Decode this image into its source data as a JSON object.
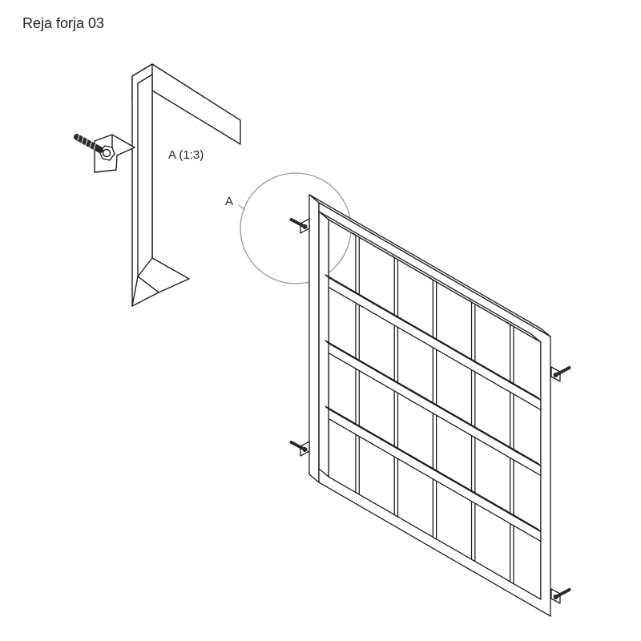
{
  "title": "Reja forja 03",
  "detail": {
    "callout_label": "A",
    "detail_label": "A (1:3)"
  },
  "grille": {
    "vertical_bars": 5,
    "horizontal_bars": 3,
    "anchors": 4
  },
  "colors": {
    "line": "#1e1e1e",
    "circle": "#9a9a9a",
    "bolt": "#2a2a2a",
    "background": "#ffffff"
  }
}
